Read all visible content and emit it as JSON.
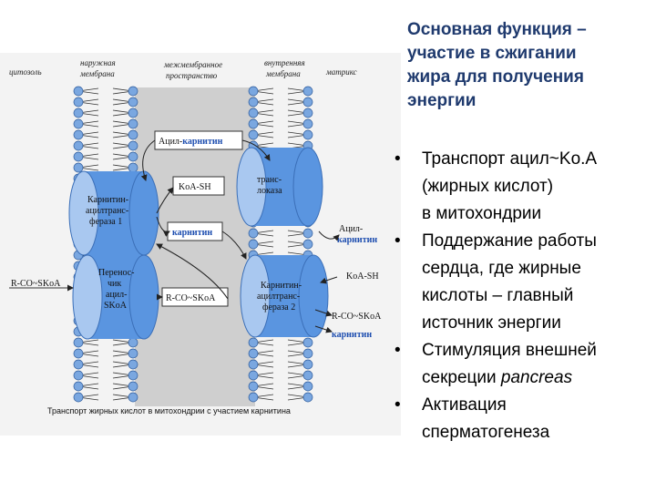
{
  "title": {
    "lines": [
      "Основная функция –",
      "участие в сжигании",
      "жира для получения",
      "энергии"
    ]
  },
  "bullets": [
    {
      "lines": [
        "Транспорт ацил~Ko.A",
        "(жирных кислот)",
        "в митохондрии"
      ]
    },
    {
      "lines": [
        "Поддержание работы",
        "сердца, где жирные",
        "кислоты – главный",
        "источник энергии"
      ]
    },
    {
      "lines": [
        "Стимуляция внешней",
        "секреции "
      ],
      "italic": "pancreas"
    },
    {
      "lines": [
        "Активация",
        "сперматогенеза"
      ]
    }
  ],
  "bullet_symbol": "•",
  "diagram": {
    "regions": {
      "cytosol": "цитозоль",
      "outer_membrane": [
        "наружная",
        "мембрана"
      ],
      "intermembrane": [
        "межмембранное",
        "пространство"
      ],
      "inner_membrane": [
        "внутренняя",
        "мембрана"
      ],
      "matrix": "матрикс"
    },
    "enzyme1": [
      "Карнитин-",
      "ацилтранс-",
      "фераза 1"
    ],
    "translocase": [
      "транс-",
      "локаза"
    ],
    "carrier": [
      "Перенос-",
      "чик",
      "ацил-",
      "SKoA"
    ],
    "enzyme2": [
      "Карнитин-",
      "ацилтранс-",
      "фераза 2"
    ],
    "acyl_carnitine_prefix": "Ацил-",
    "carnitine": "карнитин",
    "koa_sh": "KoA-SH",
    "rcoskoa": "R-CO~SKoA",
    "caption": "Транспорт жирных кислот в митохондрии с участием карнитина",
    "colors": {
      "gray_region": "#cfcfcf",
      "membrane_dot": "#7aa7e0",
      "cylinder": "#5a95e0",
      "cylinder_light": "#a9c8f0",
      "carnitine_text": "#1f4fb0"
    }
  }
}
